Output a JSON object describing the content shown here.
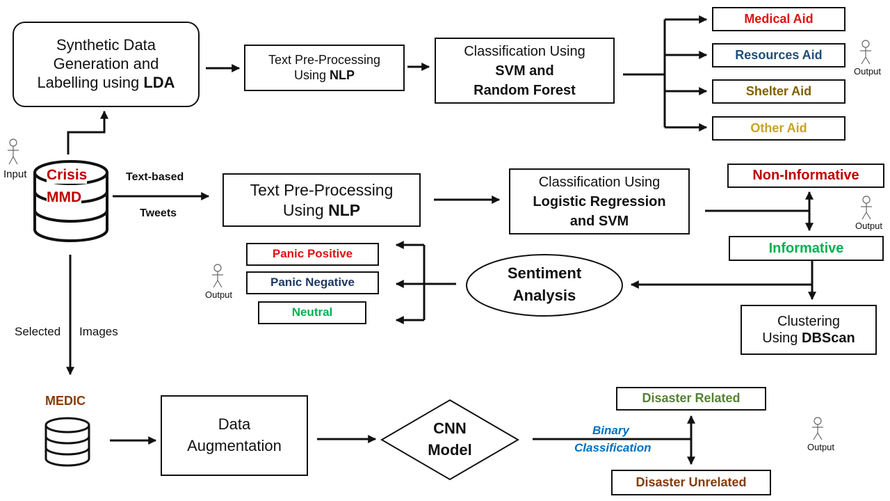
{
  "colors": {
    "red": "#e01010",
    "darkred": "#c00000",
    "navy": "#1f3864",
    "blue": "#1f4e79",
    "olive": "#7f6000",
    "gold": "#c9a227",
    "green": "#00b050",
    "dkgreen": "#548235",
    "brown": "#843c0c",
    "italicblue": "#0070c0",
    "gray": "#888888"
  },
  "top": {
    "synthetic": {
      "l1": "Synthetic Data",
      "l2": "Generation and",
      "l3a": "Labelling using ",
      "l3b": "LDA"
    },
    "preproc": {
      "l1": "Text Pre-Processing",
      "l2a": "Using ",
      "l2b": "NLP"
    },
    "classify": {
      "l1": "Classification Using",
      "l2": "SVM and",
      "l3": "Random Forest"
    },
    "outputs": [
      "Medical Aid",
      "Resources Aid",
      "Shelter Aid",
      "Other Aid"
    ],
    "output_label": "Output"
  },
  "input": {
    "label": "Input",
    "db_l1": "Crisis",
    "db_l2": "MMD"
  },
  "middle": {
    "edge_l1": "Text-based",
    "edge_l2": "Tweets",
    "preproc": {
      "l1": "Text Pre-Processing",
      "l2a": "Using ",
      "l2b": "NLP"
    },
    "classify": {
      "l1": "Classification Using",
      "l2": "Logistic Regression",
      "l3": "and SVM"
    },
    "non_informative": "Non-Informative",
    "informative": "Informative",
    "output_label": "Output",
    "clustering": {
      "l1": "Clustering",
      "l2a": "Using ",
      "l2b": "DBScan"
    },
    "sentiment": {
      "l1": "Sentiment",
      "l2": "Analysis"
    },
    "panic_positive": "Panic Positive",
    "panic_negative": "Panic Negative",
    "neutral": "Neutral",
    "output_label_left": "Output"
  },
  "bottom": {
    "edge_selected": "Selected",
    "edge_images": "Images",
    "medic": "MEDIC",
    "augmentation": {
      "l1": "Data",
      "l2": "Augmentation"
    },
    "cnn": {
      "l1": "CNN",
      "l2": "Model"
    },
    "binary_l1": "Binary",
    "binary_l2": "Classification",
    "related": "Disaster Related",
    "unrelated": "Disaster Unrelated",
    "output_label": "Output"
  }
}
